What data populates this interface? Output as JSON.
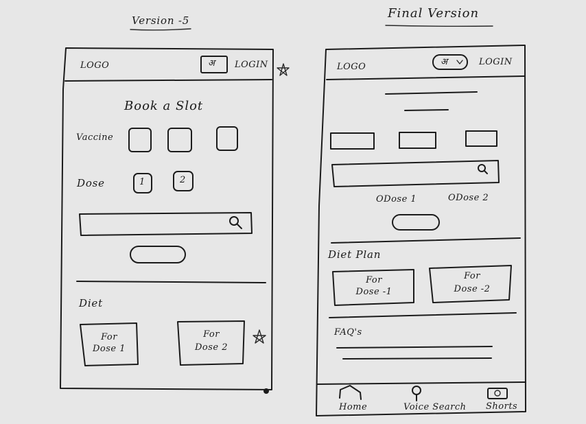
{
  "sketches": {
    "left": {
      "heading": "Version -5",
      "logo": "LOGO",
      "lang_badge": "अ",
      "login": "LOGIN",
      "title": "Book a Slot",
      "vaccine_label": "Vaccine",
      "dose_label": "Dose",
      "dose_options": [
        "1",
        "2"
      ],
      "diet_label": "Diet",
      "diet_card_1": {
        "line1": "For",
        "line2": "Dose 1"
      },
      "diet_card_2": {
        "line1": "For",
        "line2": "Dose 2"
      }
    },
    "right": {
      "heading": "Final Version",
      "logo": "LOGO",
      "lang_badge": "अ",
      "login": "LOGIN",
      "dose_option_1": "ODose 1",
      "dose_option_2": "ODose 2",
      "diet_label": "Diet Plan",
      "diet_card_1": {
        "line1": "For",
        "line2": "Dose -1"
      },
      "diet_card_2": {
        "line1": "For",
        "line2": "Dose -2"
      },
      "faq_label": "FAQ's",
      "nav": [
        "Home",
        "Voice Search",
        "Shorts"
      ]
    }
  }
}
